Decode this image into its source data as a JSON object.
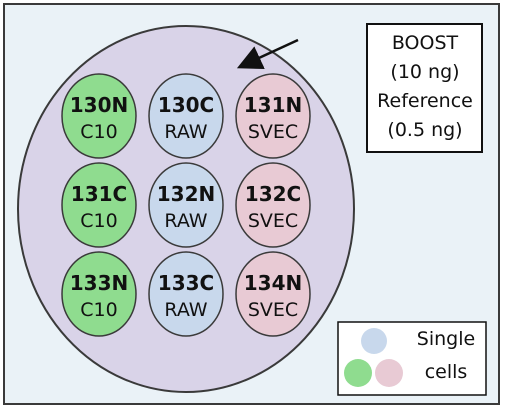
{
  "colors": {
    "background": "#eaf2f7",
    "well": "#d9d3e8",
    "c10": "#8fdc8f",
    "raw": "#c8d8ec",
    "svec": "#e8cad4",
    "outline": "#3a3a3a"
  },
  "boost_box": {
    "lines": [
      "BOOST",
      "(10 ng)",
      "Reference",
      "(0.5 ng)"
    ]
  },
  "wells": [
    {
      "channel": "130N",
      "sample": "C10",
      "group": "c10"
    },
    {
      "channel": "130C",
      "sample": "RAW",
      "group": "raw"
    },
    {
      "channel": "131N",
      "sample": "SVEC",
      "group": "svec"
    },
    {
      "channel": "131C",
      "sample": "C10",
      "group": "c10"
    },
    {
      "channel": "132N",
      "sample": "RAW",
      "group": "raw"
    },
    {
      "channel": "132C",
      "sample": "SVEC",
      "group": "svec"
    },
    {
      "channel": "133N",
      "sample": "C10",
      "group": "c10"
    },
    {
      "channel": "133C",
      "sample": "RAW",
      "group": "raw"
    },
    {
      "channel": "134N",
      "sample": "SVEC",
      "group": "svec"
    }
  ],
  "legend": {
    "lines": [
      "Single",
      "cells"
    ]
  }
}
